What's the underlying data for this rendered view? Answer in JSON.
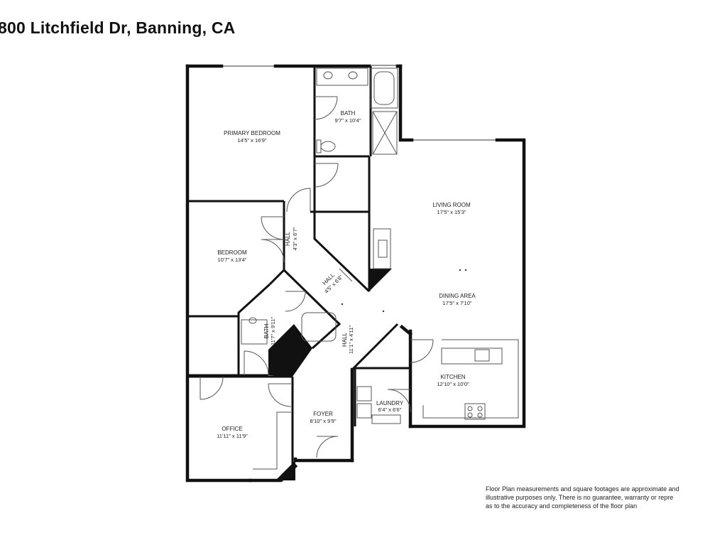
{
  "header": {
    "address": "800 Litchfield Dr, Banning, CA"
  },
  "rooms": [
    {
      "name": "PRIMARY BEDROOM",
      "dims": "14'5\" x 16'9\""
    },
    {
      "name": "BATH",
      "dims": "9'7\" x 10'4\""
    },
    {
      "name": "LIVING ROOM",
      "dims": "17'5\" x 15'3\""
    },
    {
      "name": "BEDROOM",
      "dims": "10'7\" x 13'4\""
    },
    {
      "name": "HALL",
      "dims": "4'3\" x 6'7\""
    },
    {
      "name": "HALL",
      "dims": "4'5\" x 6'8\""
    },
    {
      "name": "DINING AREA",
      "dims": "17'5\" x 7'10\""
    },
    {
      "name": "BATH",
      "dims": "11'7\" x 9'11\""
    },
    {
      "name": "HALL",
      "dims": "11'1\" x 4'11\""
    },
    {
      "name": "KITCHEN",
      "dims": "12'10\" x 10'0\""
    },
    {
      "name": "LAUNDRY",
      "dims": "6'4\" x 6'6\""
    },
    {
      "name": "FOYER",
      "dims": "8'10\" x 9'9\""
    },
    {
      "name": "OFFICE",
      "dims": "11'11\" x 11'9\""
    }
  ],
  "disclaimer": {
    "line1": "Floor Plan measurements and square footages are approximate and",
    "line2": "illustrative purposes only. There is no guarantee, warranty or repre",
    "line3": "as to the accuracy and completeness of the floor plan"
  },
  "colors": {
    "wall": "#111111",
    "fixture": "#555555",
    "window": "#999999"
  }
}
